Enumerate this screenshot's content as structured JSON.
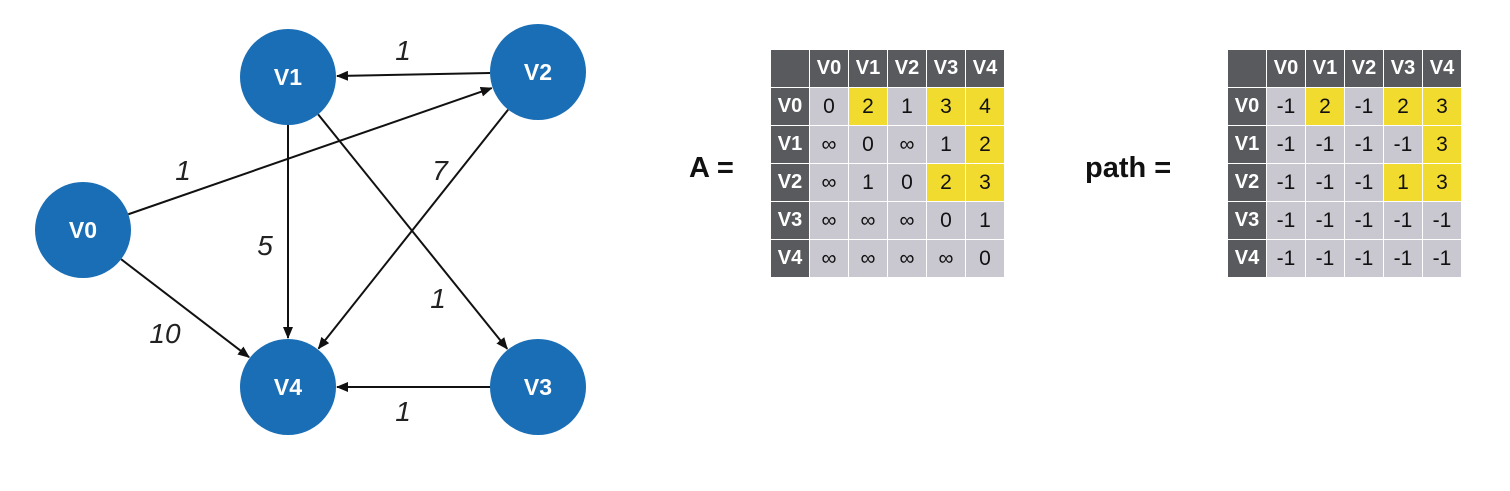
{
  "graph": {
    "nodes": [
      {
        "id": "V0",
        "label": "V0"
      },
      {
        "id": "V1",
        "label": "V1"
      },
      {
        "id": "V2",
        "label": "V2"
      },
      {
        "id": "V3",
        "label": "V3"
      },
      {
        "id": "V4",
        "label": "V4"
      }
    ],
    "edges": [
      {
        "from": "V2",
        "to": "V1",
        "weight": "1"
      },
      {
        "from": "V0",
        "to": "V2",
        "weight": "1"
      },
      {
        "from": "V1",
        "to": "V4",
        "weight": "5"
      },
      {
        "from": "V1",
        "to": "V3",
        "weight": "1"
      },
      {
        "from": "V2",
        "to": "V4",
        "weight": "7"
      },
      {
        "from": "V0",
        "to": "V4",
        "weight": "10"
      },
      {
        "from": "V3",
        "to": "V4",
        "weight": "1"
      }
    ],
    "node_color": "#1a6eb5"
  },
  "matrix_a": {
    "label": "A =",
    "col_headers": [
      "V0",
      "V1",
      "V2",
      "V3",
      "V4"
    ],
    "row_headers": [
      "V0",
      "V1",
      "V2",
      "V3",
      "V4"
    ],
    "rows": [
      [
        "0",
        "2",
        "1",
        "3",
        "4"
      ],
      [
        "∞",
        "0",
        "∞",
        "1",
        "2"
      ],
      [
        "∞",
        "1",
        "0",
        "2",
        "3"
      ],
      [
        "∞",
        "∞",
        "∞",
        "0",
        "1"
      ],
      [
        "∞",
        "∞",
        "∞",
        "∞",
        "0"
      ]
    ],
    "highlighted": [
      [
        false,
        true,
        false,
        true,
        true
      ],
      [
        false,
        false,
        false,
        false,
        true
      ],
      [
        false,
        false,
        false,
        true,
        true
      ],
      [
        false,
        false,
        false,
        false,
        false
      ],
      [
        false,
        false,
        false,
        false,
        false
      ]
    ]
  },
  "matrix_path": {
    "label": "path =",
    "col_headers": [
      "V0",
      "V1",
      "V2",
      "V3",
      "V4"
    ],
    "row_headers": [
      "V0",
      "V1",
      "V2",
      "V3",
      "V4"
    ],
    "rows": [
      [
        "-1",
        "2",
        "-1",
        "2",
        "3"
      ],
      [
        "-1",
        "-1",
        "-1",
        "-1",
        "3"
      ],
      [
        "-1",
        "-1",
        "-1",
        "1",
        "3"
      ],
      [
        "-1",
        "-1",
        "-1",
        "-1",
        "-1"
      ],
      [
        "-1",
        "-1",
        "-1",
        "-1",
        "-1"
      ]
    ],
    "highlighted": [
      [
        false,
        true,
        false,
        true,
        true
      ],
      [
        false,
        false,
        false,
        false,
        true
      ],
      [
        false,
        false,
        false,
        true,
        true
      ],
      [
        false,
        false,
        false,
        false,
        false
      ],
      [
        false,
        false,
        false,
        false,
        false
      ]
    ]
  },
  "colors": {
    "header_bg": "#595a5e",
    "cell_bg": "#c9c8d0",
    "highlight_bg": "#f1db2f"
  }
}
